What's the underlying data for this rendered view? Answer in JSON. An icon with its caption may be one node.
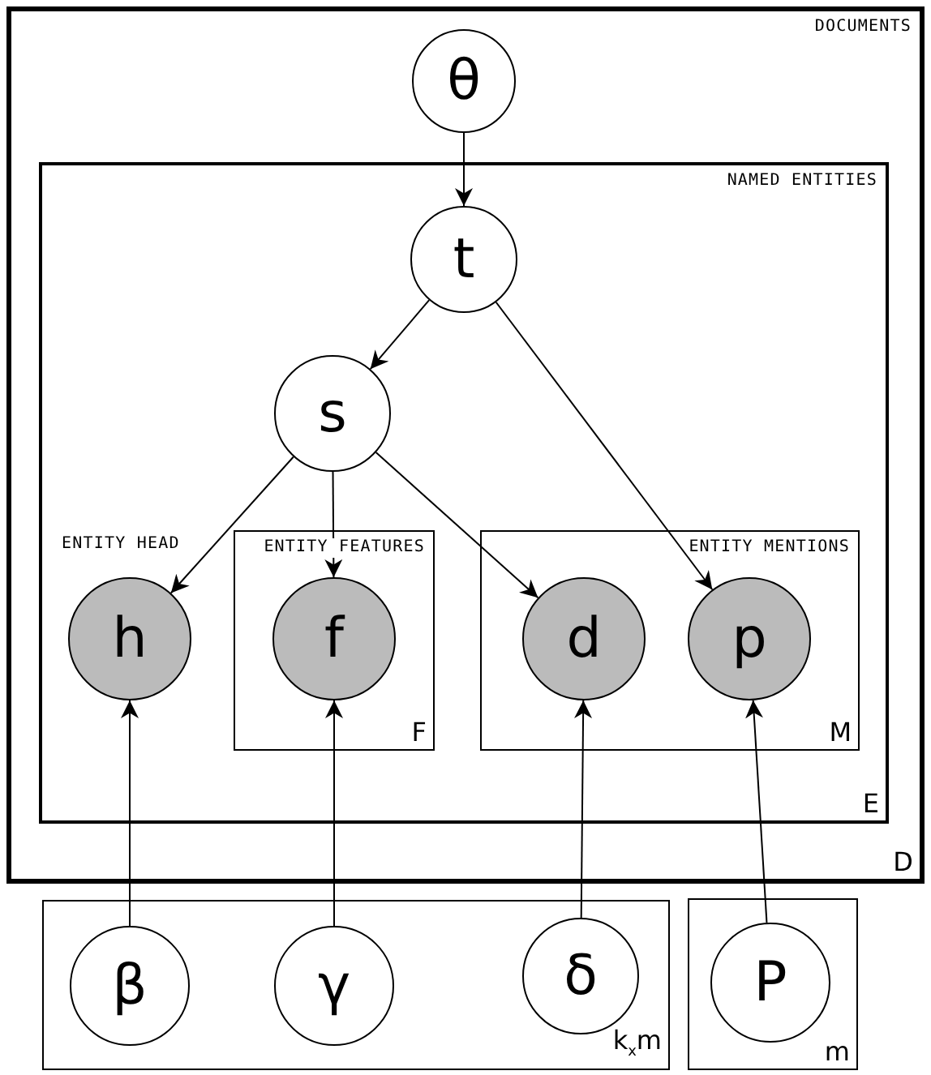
{
  "diagram": {
    "nodes": [
      {
        "text": [
          "DOCUMENTS",
          "D"
        ]
      },
      {
        "text": [
          "θ"
        ],
        "in": 0
      },
      {
        "text": [
          "NAMED ENTITIES",
          "E"
        ],
        "in": 0
      },
      {
        "text": [
          "t"
        ],
        "in": 2
      },
      {
        "text": [
          "s"
        ],
        "in": 2
      },
      {
        "text": [
          "h"
        ],
        "in": 2
      },
      {
        "text": [
          "ENTITY FEATURES",
          "F"
        ],
        "in": 2
      },
      {
        "text": [
          "f"
        ],
        "in": 6
      },
      {
        "text": [
          "ENTITY MENTIONS",
          "M"
        ],
        "in": 2
      },
      {
        "text": [
          "d"
        ],
        "in": 8
      },
      {
        "text": [
          "p"
        ],
        "in": 8
      },
      {
        "text": [
          "k$_{x}$m"
        ]
      },
      {
        "text": [
          "β"
        ],
        "in": 11
      },
      {
        "text": [
          "γ"
        ],
        "in": 11
      },
      {
        "text": [
          "δ"
        ],
        "in": 11
      },
      {
        "text": [
          "m"
        ]
      },
      {
        "text": [
          "P"
        ],
        "in": 15
      }
    ],
    "edges": [
      {
        "from": 1,
        "to": 3,
        "arrow": "to"
      },
      {
        "from": 3,
        "to": 4,
        "arrow": "to"
      },
      {
        "from": 3,
        "to": 10,
        "arrow": "to"
      },
      {
        "from": 4,
        "to": 5,
        "arrow": "to"
      },
      {
        "from": 4,
        "to": 7,
        "arrow": "to"
      },
      {
        "from": 4,
        "to": 9,
        "arrow": "to"
      },
      {
        "from": 12,
        "to": 5,
        "arrow": "to"
      },
      {
        "from": 13,
        "to": 7,
        "arrow": "to"
      },
      {
        "from": 14,
        "to": 9,
        "arrow": "to"
      },
      {
        "from": 16,
        "to": 10,
        "arrow": "to"
      }
    ],
    "labels": [
      "ENTITY HEAD"
    ]
  }
}
